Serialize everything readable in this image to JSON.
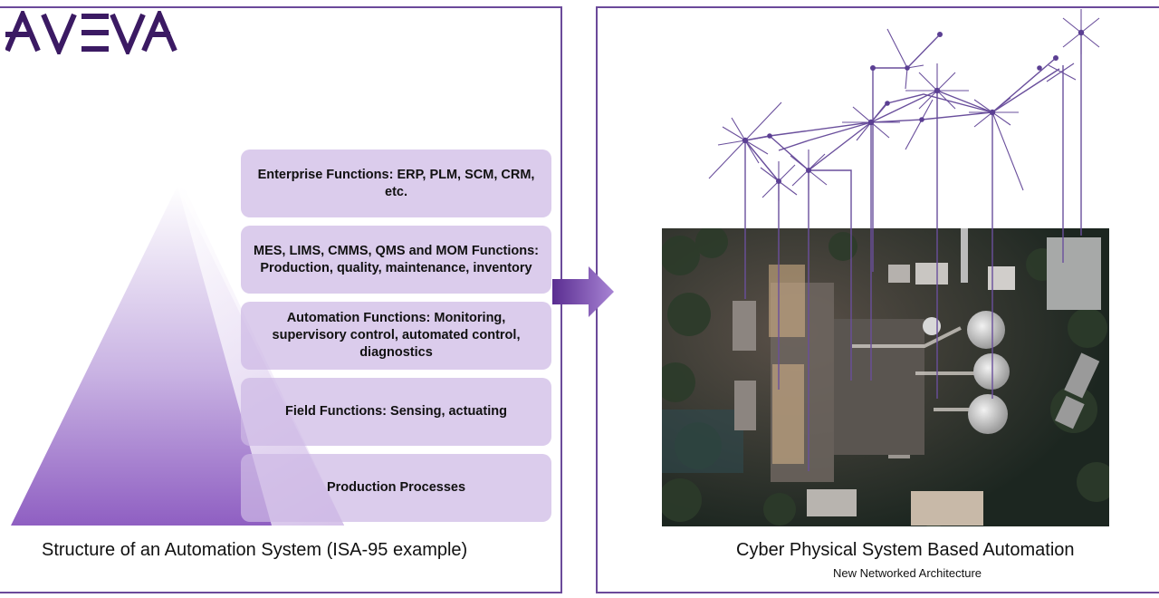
{
  "logo": {
    "text": "AVEVA",
    "color": "#3b1a63"
  },
  "left": {
    "levels": [
      "Enterprise Functions: ERP, PLM, SCM, CRM, etc.",
      "MES, LIMS, CMMS, QMS and MOM Functions: Production, quality, maintenance, inventory",
      "Automation Functions: Monitoring, supervisory control, automated control, diagnostics",
      "Field Functions: Sensing, actuating",
      "Production Processes"
    ],
    "caption": "Structure of an Automation System (ISA-95 example)"
  },
  "right": {
    "caption": "Cyber Physical System Based Automation",
    "subcaption": "New Networked  Architecture"
  },
  "colors": {
    "accent": "#6b3fa0",
    "border": "#6b4a9a",
    "level_fill": "#d8c8ea",
    "network": "#6a4f9c"
  }
}
